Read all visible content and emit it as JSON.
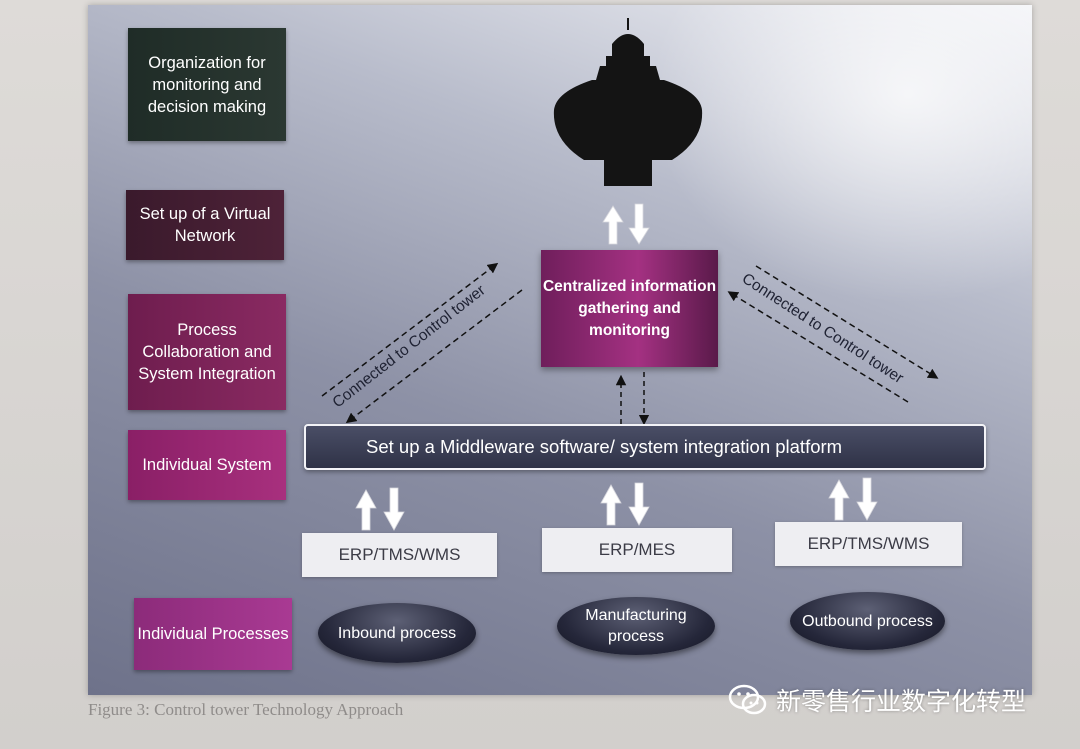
{
  "levels": [
    "Organization for monitoring and decision making",
    "Set up of a Virtual Network",
    "Process Collaboration and System Integration",
    "Individual System",
    "Individual Processes"
  ],
  "central": "Centralized information gathering and monitoring",
  "middleware": "Set up a Middleware software/ system integration platform",
  "connected_left": "Connected to Control tower",
  "connected_right": "Connected to Control tower",
  "systems": [
    "ERP/TMS/WMS",
    "ERP/MES",
    "ERP/TMS/WMS"
  ],
  "processes": [
    "Inbound process",
    "Manufacturing process",
    "Outbound process"
  ],
  "caption": "Figure 3: Control tower Technology Approach",
  "watermark": "新零售行业数字化转型",
  "icons": [
    "control-tower-icon",
    "up-down-arrows-icon",
    "wechat-icon"
  ],
  "colors": {
    "magenta": "#a43182",
    "dark_navy": "#2f3247",
    "dark_green": "#1f2c27"
  }
}
